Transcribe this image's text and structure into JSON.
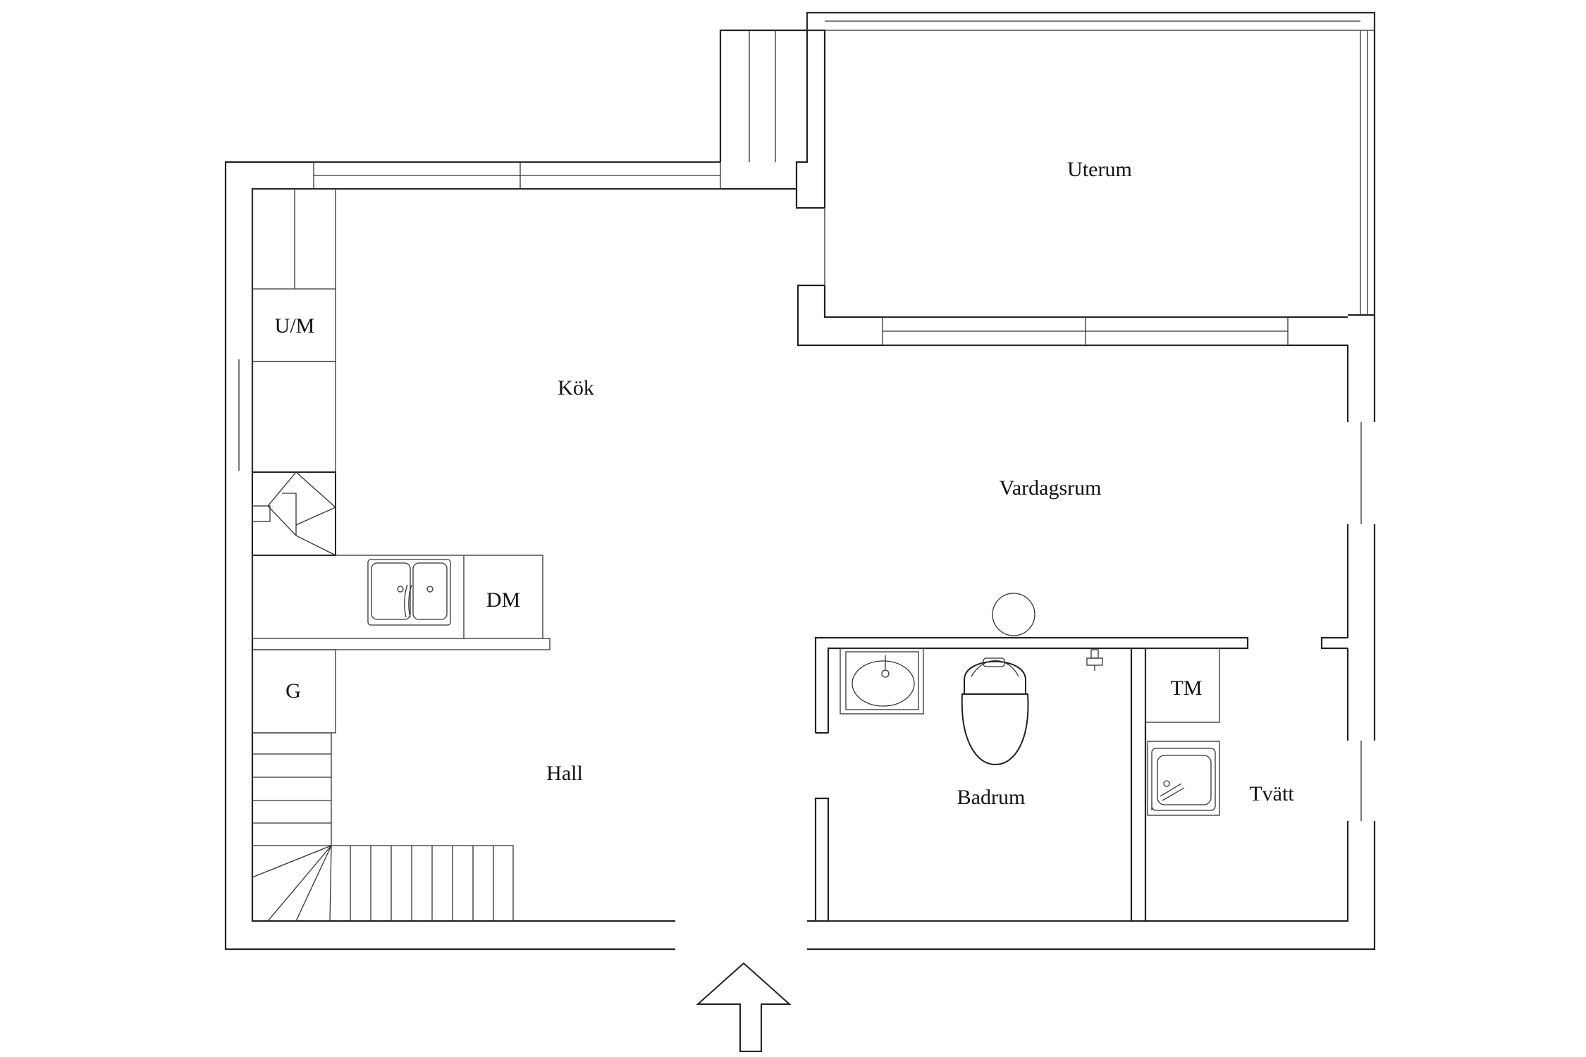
{
  "rooms": {
    "uterum": "Uterum",
    "kok": "Kök",
    "vardagsrum": "Vardagsrum",
    "hall": "Hall",
    "badrum": "Badrum",
    "tvatt": "Tvätt"
  },
  "appliances": {
    "um": "U/M",
    "dm": "DM",
    "g": "G",
    "tm": "TM"
  },
  "icons": {
    "entrance": "entrance-arrow-icon",
    "kitchen_sink": "double-sink-icon",
    "stove": "stove-hood-icon",
    "washbasin": "washbasin-icon",
    "toilet": "toilet-icon",
    "utility_sink": "utility-sink-icon",
    "lamp": "ceiling-lamp-icon",
    "tap": "tap-icon",
    "stairs": "staircase-icon"
  }
}
